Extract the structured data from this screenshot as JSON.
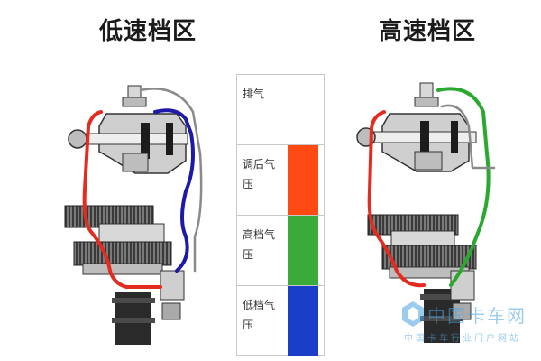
{
  "titles": {
    "left": "低速档区",
    "right": "高速档区"
  },
  "legend": [
    {
      "label": "排气",
      "color": "#ffffff"
    },
    {
      "label": "调后气压",
      "color": "#ff4a14"
    },
    {
      "label": "高档气压",
      "color": "#3aaa3a"
    },
    {
      "label": "低档气压",
      "color": "#1a3ec8"
    }
  ],
  "colors": {
    "line_red": "#e42b1f",
    "line_blue": "#1e1aa8",
    "line_green": "#2aa830",
    "mechanism_gray": "#555555"
  },
  "watermark": {
    "text": "中国卡车网",
    "sub": "中国卡车行业门户网站"
  }
}
